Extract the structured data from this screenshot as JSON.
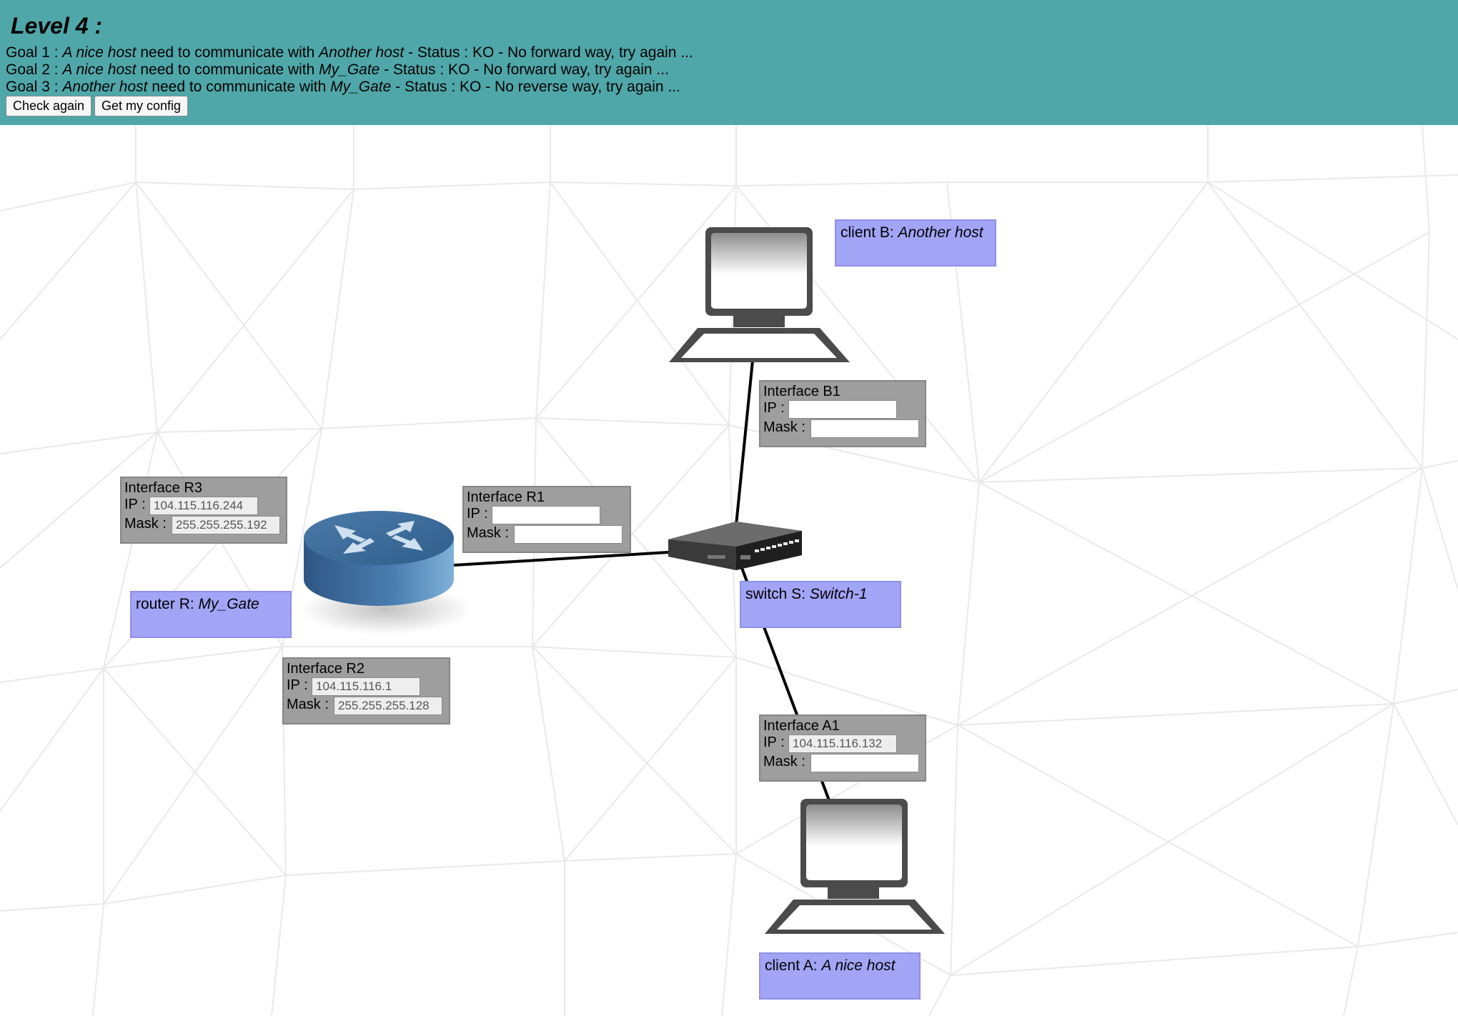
{
  "header": {
    "title": "Level 4 :",
    "background_color": "#4fa7a9",
    "goals": [
      {
        "prefix": "Goal 1 : ",
        "source": "A nice host",
        "middle": " need to communicate with ",
        "target": "Another host",
        "status": " - Status : KO - No forward way, try again ..."
      },
      {
        "prefix": "Goal 2 : ",
        "source": "A nice host",
        "middle": " need to communicate with ",
        "target": "My_Gate",
        "status": " - Status : KO - No forward way, try again ..."
      },
      {
        "prefix": "Goal 3 : ",
        "source": "Another host",
        "middle": " need to communicate with ",
        "target": "My_Gate",
        "status": " - Status : KO - No reverse way, try again ..."
      }
    ],
    "buttons": {
      "check_again": "Check again",
      "get_config": "Get my config"
    }
  },
  "network": {
    "label_color": "#a2a4f6",
    "interface_color": "#9e9e9e",
    "devices": {
      "client_b": {
        "prefix": "client B: ",
        "name": "Another host",
        "icon": "computer-icon"
      },
      "router_r": {
        "prefix": "router R: ",
        "name": "My_Gate",
        "icon": "router-icon"
      },
      "switch_s": {
        "prefix": "switch S: ",
        "name": "Switch-1",
        "icon": "switch-icon"
      },
      "client_a": {
        "prefix": "client A: ",
        "name": "A nice host",
        "icon": "computer-icon"
      }
    },
    "interfaces": {
      "b1": {
        "title": "Interface B1",
        "ip_label": "IP :",
        "mask_label": "Mask :",
        "ip": "",
        "mask": ""
      },
      "r3": {
        "title": "Interface R3",
        "ip_label": "IP :",
        "mask_label": "Mask :",
        "ip": "104.115.116.244",
        "mask": "255.255.255.192"
      },
      "r1": {
        "title": "Interface R1",
        "ip_label": "IP :",
        "mask_label": "Mask :",
        "ip": "",
        "mask": ""
      },
      "r2": {
        "title": "Interface R2",
        "ip_label": "IP :",
        "mask_label": "Mask :",
        "ip": "104.115.116.1",
        "mask": "255.255.255.128"
      },
      "a1": {
        "title": "Interface A1",
        "ip_label": "IP :",
        "mask_label": "Mask :",
        "ip": "104.115.116.132",
        "mask": ""
      }
    }
  }
}
